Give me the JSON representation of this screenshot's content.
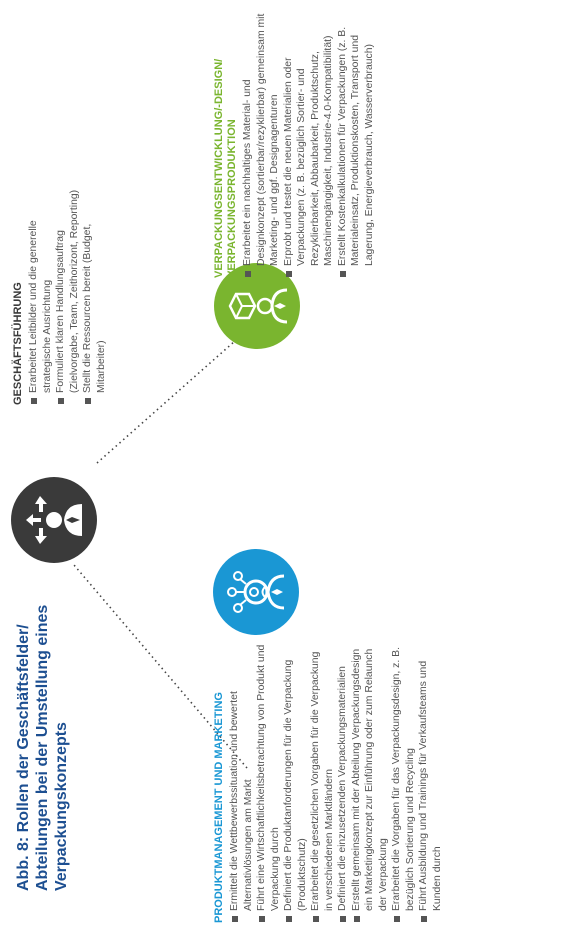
{
  "title": "Abb. 8: Rollen der Geschäftsfelder/ Abteilungen bei der Umstellung eines Verpackungskonzepts",
  "colors": {
    "blue": "#1a97d4",
    "dark": "#3a3a3a",
    "green": "#7ab52f",
    "title": "#1d4f91"
  },
  "icons": {
    "marketing": "person-network-icon",
    "management": "person-arrows-icon",
    "packaging": "person-cube-icon"
  },
  "marketing": {
    "heading": "PRODUKTMANAGEMENT UND MARKETING",
    "items": [
      "Ermittelt die Wettbewerbssituation und bewertet Alternativlösungen am Markt",
      "Führt eine Wirtschaftlichkeitsbetrachtung von Produkt und Verpackung durch",
      "Definiert die Produktanforderungen für die Verpackung (Produktschutz)",
      "Erarbeitet die gesetzlichen Vorgaben für die Verpackung in verschiedenen Marktländern",
      "Definiert die einzusetzenden Verpackungsmaterialien",
      "Erstellt gemeinsam mit der Abteilung Verpackungsdesign ein Marketingkonzept zur Einführung oder zum Relaunch der Verpackung",
      "Erarbeitet die Vorgaben für das Verpackungsdesign, z. B. bezüglich Sortierung und Recycling",
      "Führt Ausbildung und Trainings für Verkaufsteams und Kunden durch"
    ]
  },
  "management": {
    "heading": "GESCHÄFTSFÜHRUNG",
    "items": [
      "Erarbeitet Leitbilder und die generelle strategische Ausrichtung",
      "Formuliert klaren Handlungsauftrag (Zielvorgabe, Team, Zeithorizont, Reporting)",
      "Stellt die Ressourcen bereit (Budget, Mitarbeiter)"
    ]
  },
  "packaging": {
    "heading": "VERPACKUNGSENTWICKLUNG/-DESIGN/ VERPACKUNGSPRODUKTION",
    "items": [
      "Erarbeitet ein nachhaltiges Material- und Designkonzept (sortierbar/rezyklierbar) gemeinsam mit Marketing- und ggf. Designagenturen",
      "Erprobt und testet die neuen Materialien oder Verpackungen (z. B. bezüglich Sortier- und Rezyklierbarkeit, Abbaubarkeit, Produktschutz, Maschinengängigkeit, Industrie-4.0-Kompatibilität)",
      "Erstellt Kostenkalkulationen für Verpackungen (z. B. Materialeinsatz, Produktionskosten, Transport und Lagerung, Energieverbrauch, Wasserverbrauch)"
    ]
  }
}
